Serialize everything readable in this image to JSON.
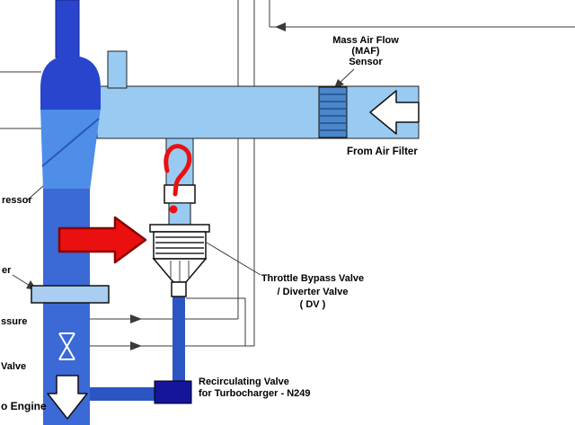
{
  "colors": {
    "light_pipe": "#99CBF2",
    "dome_pipe": "#2945CE",
    "compressor_body": "#4E8EE8",
    "main_pipe": "#3B69D6",
    "maf_block": "#4A86C8",
    "maf_stripe": "#2C5D9C",
    "intercooler_bar": "#A9CEF2",
    "stem_pipe": "#2C55C4",
    "n249_block": "#15159B",
    "annotation_red": "#EA1010",
    "annotation_red_dark": "#8B0000",
    "schematic_line": "#3A3A3A"
  },
  "labels": {
    "maf_sensor": "Mass Air Flow\n(MAF)\nSensor",
    "from_air_filter": "From Air Filter",
    "throttle_bypass_valve": "Throttle Bypass Valve\n/ Diverter Valve\n( DV )",
    "recirculating_valve": "Recirculating Valve\nfor Turbocharger - N249",
    "compressor_partial": "ressor",
    "intercooler_partial": "er",
    "pressure_partial": "ssure",
    "valve_partial": "Valve",
    "to_engine_partial": "o Engine"
  }
}
